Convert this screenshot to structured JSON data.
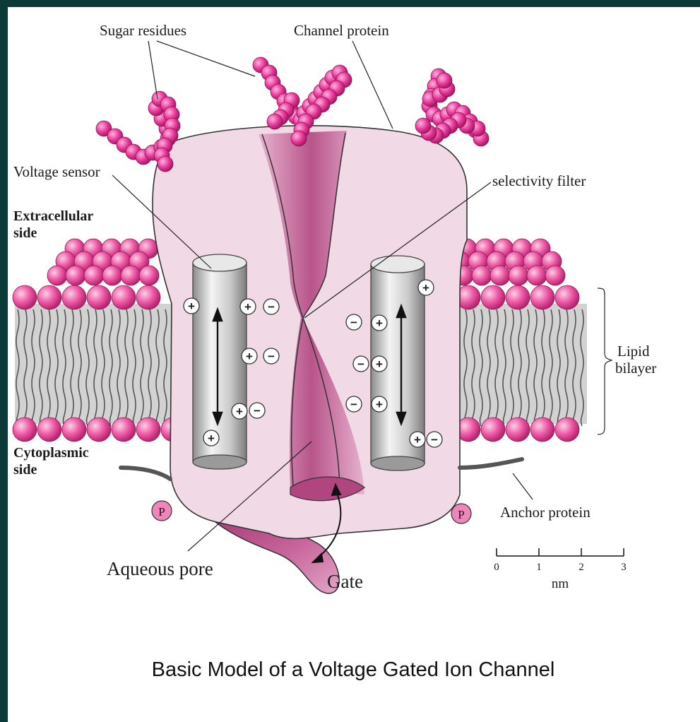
{
  "labels": {
    "sugar_residues": "Sugar residues",
    "channel_protein": "Channel protein",
    "voltage_sensor": "Voltage sensor",
    "selectivity_filter": "selectivity filter",
    "extracellular_1": "Extracellular",
    "extracellular_2": "side",
    "cytoplasmic_1": "Cytoplasmic",
    "cytoplasmic_2": "side",
    "lipid_1": "Lipid",
    "lipid_2": "bilayer",
    "anchor_protein": "Anchor protein",
    "aqueous_pore": "Aqueous pore",
    "gate": "Gate",
    "phosphate": "P"
  },
  "scale_bar": {
    "ticks": [
      "0",
      "1",
      "2",
      "3"
    ],
    "unit": "nm"
  },
  "charges": {
    "plus": "+",
    "minus": "−"
  },
  "caption": "Basic Model of a Voltage Gated Ion Channel",
  "colors": {
    "background": "#0c3a38",
    "protein": "#f1d9e6",
    "pore": "#c46a98",
    "lipid_head": "#e94b9e",
    "sugar": "#e6399a"
  }
}
